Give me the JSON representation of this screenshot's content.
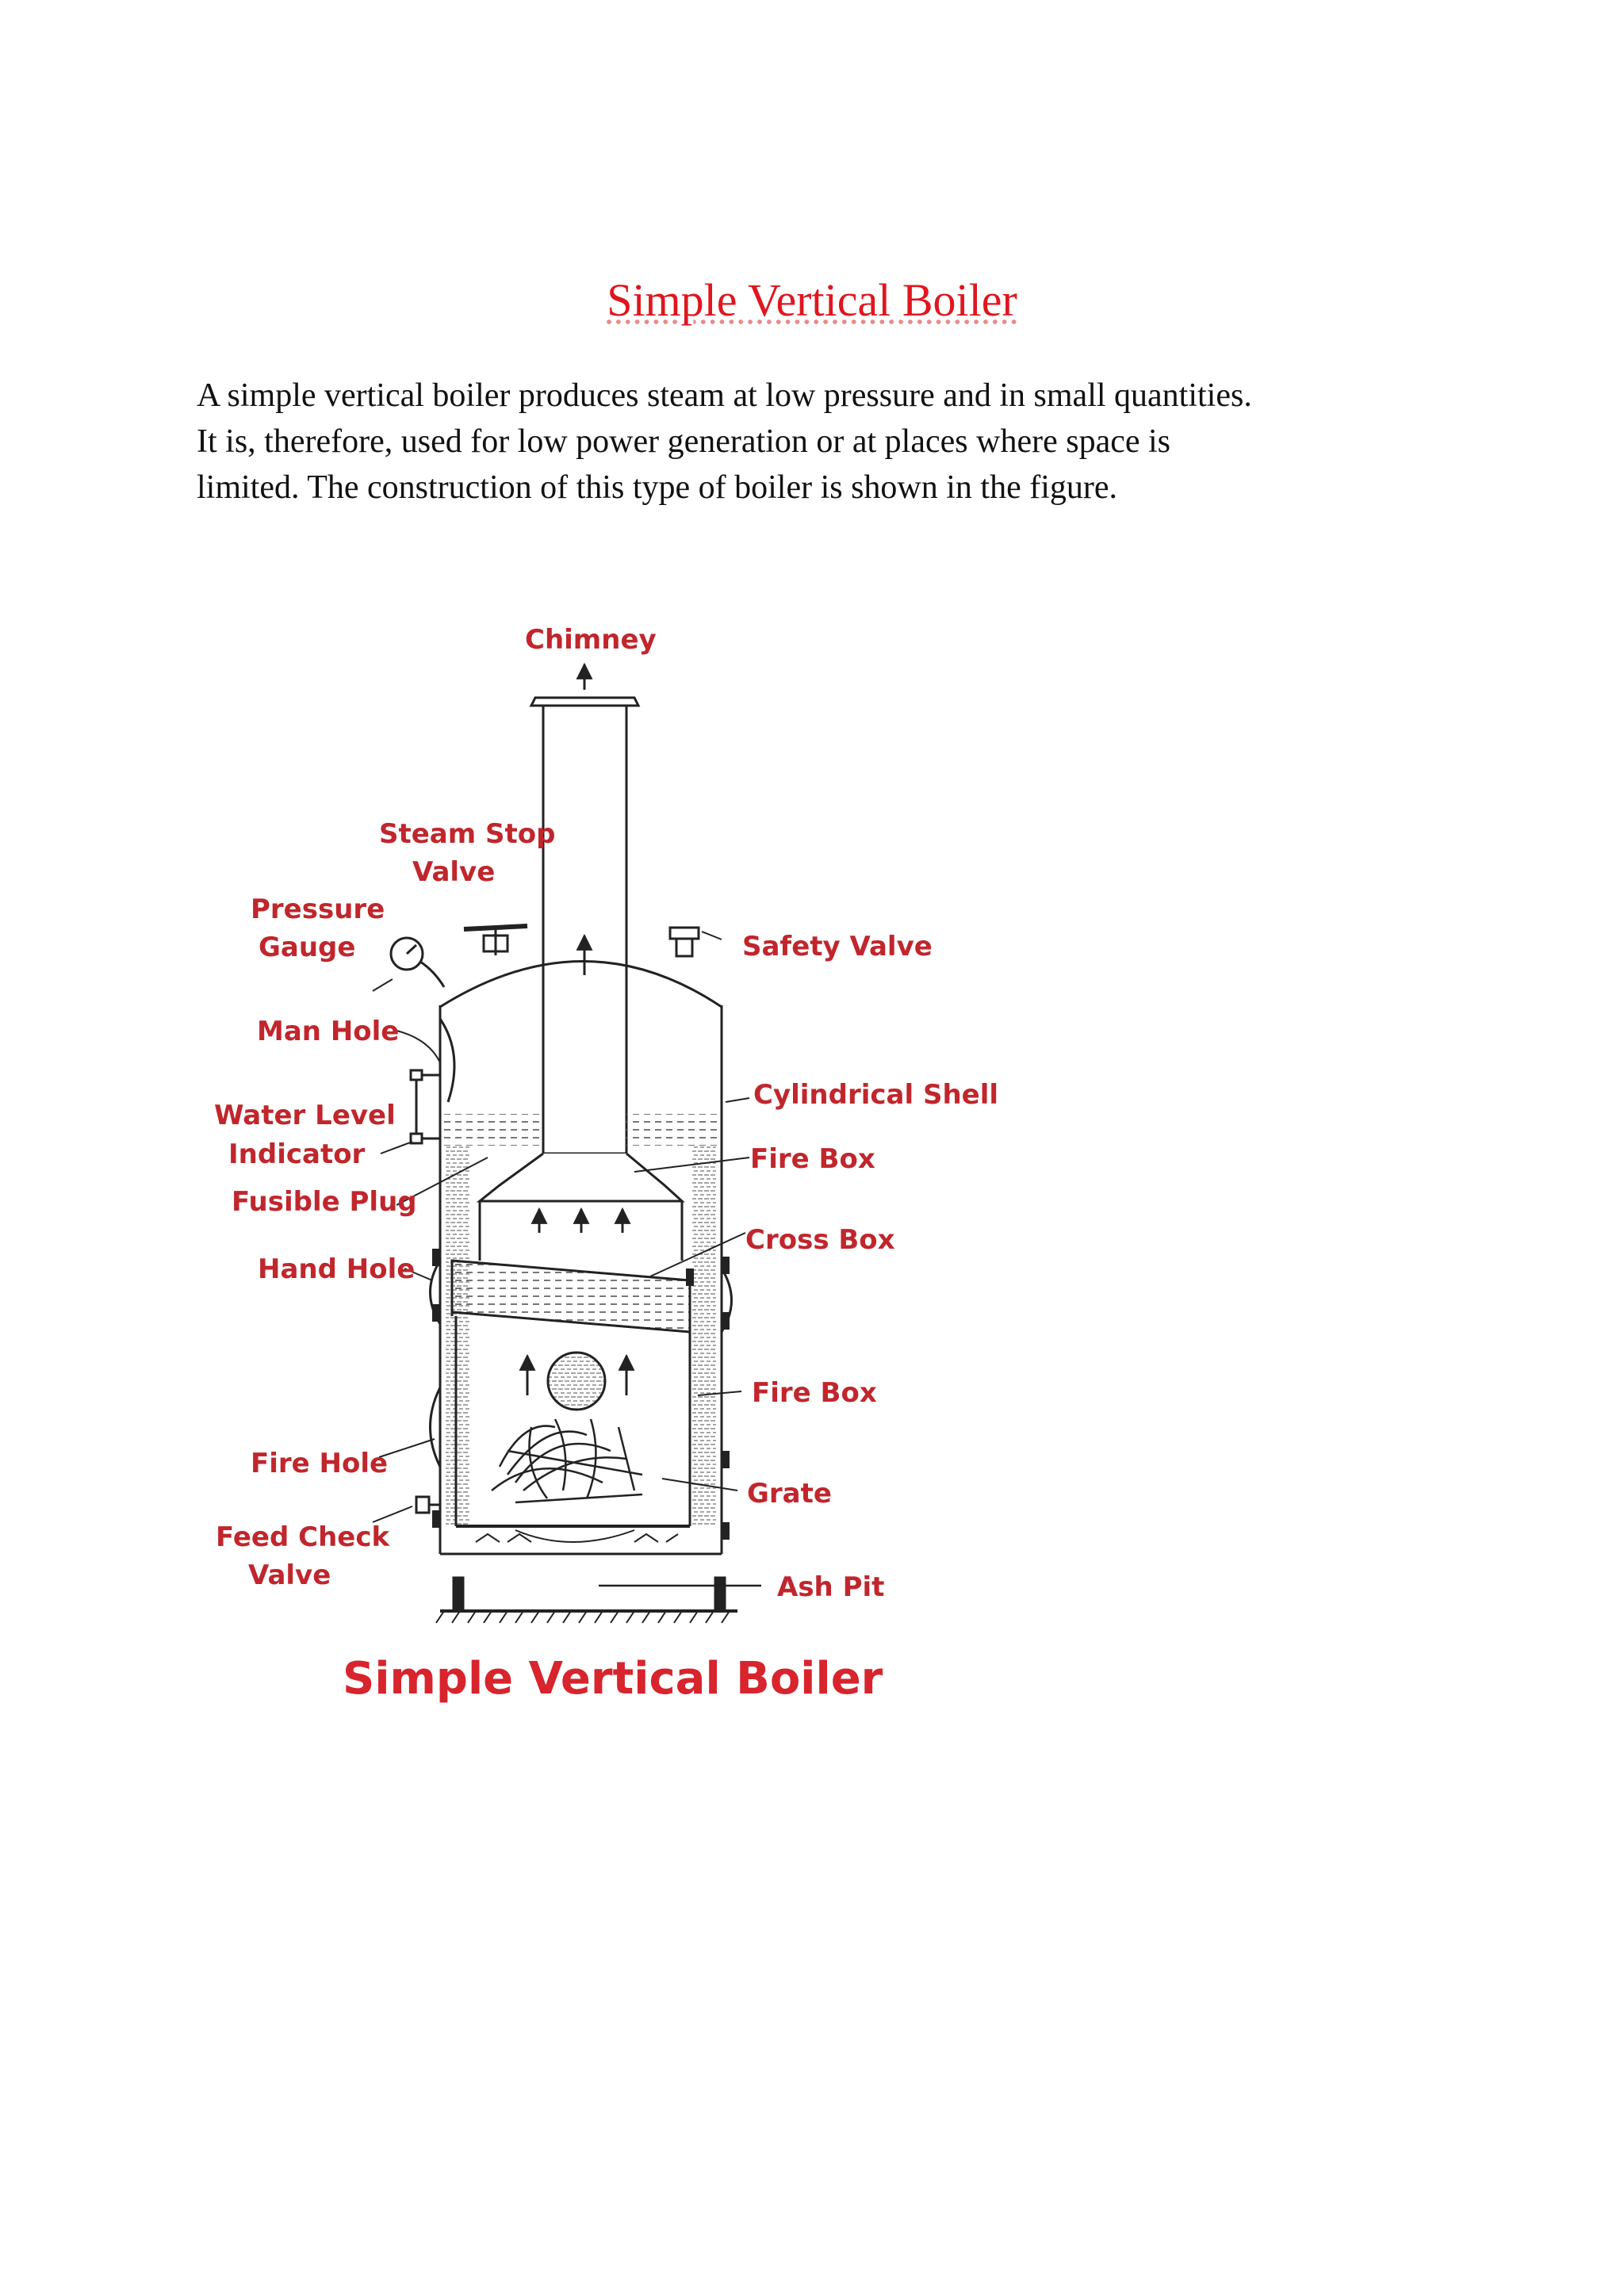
{
  "document": {
    "title": "Simple Vertical Boiler",
    "paragraph_lines": [
      "A simple vertical boiler produces steam at low pressure and in small quantities.",
      "It is, therefore, used for low power generation or at places where space is",
      "limited.  The construction of this type of boiler is shown in the figure."
    ]
  },
  "figure": {
    "caption": "Simple Vertical Boiler",
    "labels": {
      "chimney": "Chimney",
      "steam_stop_1": "Steam Stop",
      "steam_stop_2": "Valve",
      "pressure_1": "Pressure",
      "pressure_2": "Gauge",
      "safety_valve": "Safety Valve",
      "man_hole": "Man Hole",
      "cylindrical_shell": "Cylindrical Shell",
      "water_level_1": "Water Level",
      "water_level_2": "Indicator",
      "fire_box_top": "Fire Box",
      "fusible_plug": "Fusible Plug",
      "cross_box": "Cross Box",
      "hand_hole": "Hand Hole",
      "fire_box_bottom": "Fire Box",
      "fire_hole": "Fire Hole",
      "grate": "Grate",
      "feed_check_1": "Feed Check",
      "feed_check_2": "Valve",
      "ash_pit": "Ash Pit"
    },
    "colors": {
      "label": "#c0262c",
      "title": "#e0161f",
      "line": "#222222"
    }
  }
}
